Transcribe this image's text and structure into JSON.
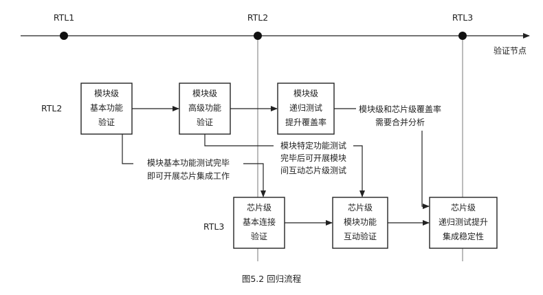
{
  "milestones": [
    "RTL1",
    "RTL2",
    "RTL3"
  ],
  "timeline_end_label": "验证节点",
  "row_labels": {
    "row1": "RTL2",
    "row2": "RTL3"
  },
  "boxes": {
    "b1": [
      "模块级",
      "基本功能",
      "验证"
    ],
    "b2": [
      "模块级",
      "高级功能",
      "验证"
    ],
    "b3": [
      "模块级",
      "递归测试",
      "提升覆盖率"
    ],
    "b4": [
      "芯片级",
      "基本连接",
      "验证"
    ],
    "b5": [
      "芯片级",
      "模块功能",
      "互动验证"
    ],
    "b6": [
      "芯片级",
      "递归测试提升",
      "集成稳定性"
    ]
  },
  "notes": {
    "merge": [
      "模块级和芯片级覆盖率",
      "需要合并分析"
    ],
    "specific": [
      "模块特定功能测试",
      "完毕后可开展模块",
      "间互动芯片级测试"
    ],
    "basic": [
      "模块基本功能测试完毕",
      "即可开展芯片集成工作"
    ]
  },
  "caption": "图5.2 回归流程"
}
